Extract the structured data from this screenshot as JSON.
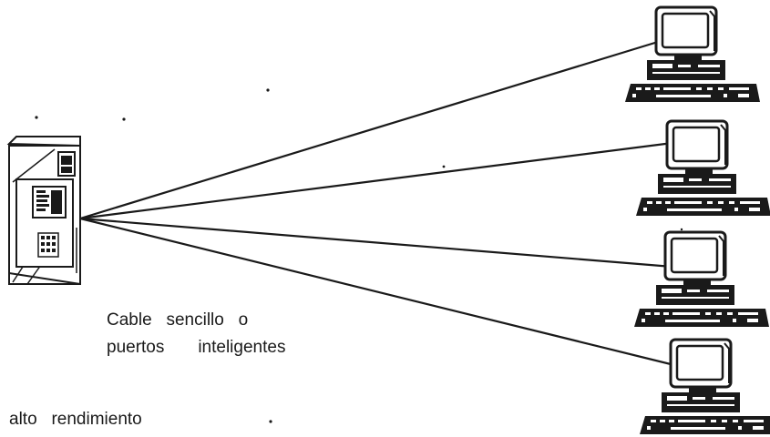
{
  "diagram": {
    "labels": {
      "line1": "Cable   sencillo   o",
      "line2": "puertos       inteligentes",
      "line3": "alto   rendimiento"
    },
    "nodes": {
      "server": "server-icon",
      "terminals": [
        "computer-terminal-icon",
        "computer-terminal-icon",
        "computer-terminal-icon",
        "computer-terminal-icon"
      ]
    },
    "colors": {
      "ink": "#1a1a1a",
      "paper": "#ffffff"
    }
  }
}
